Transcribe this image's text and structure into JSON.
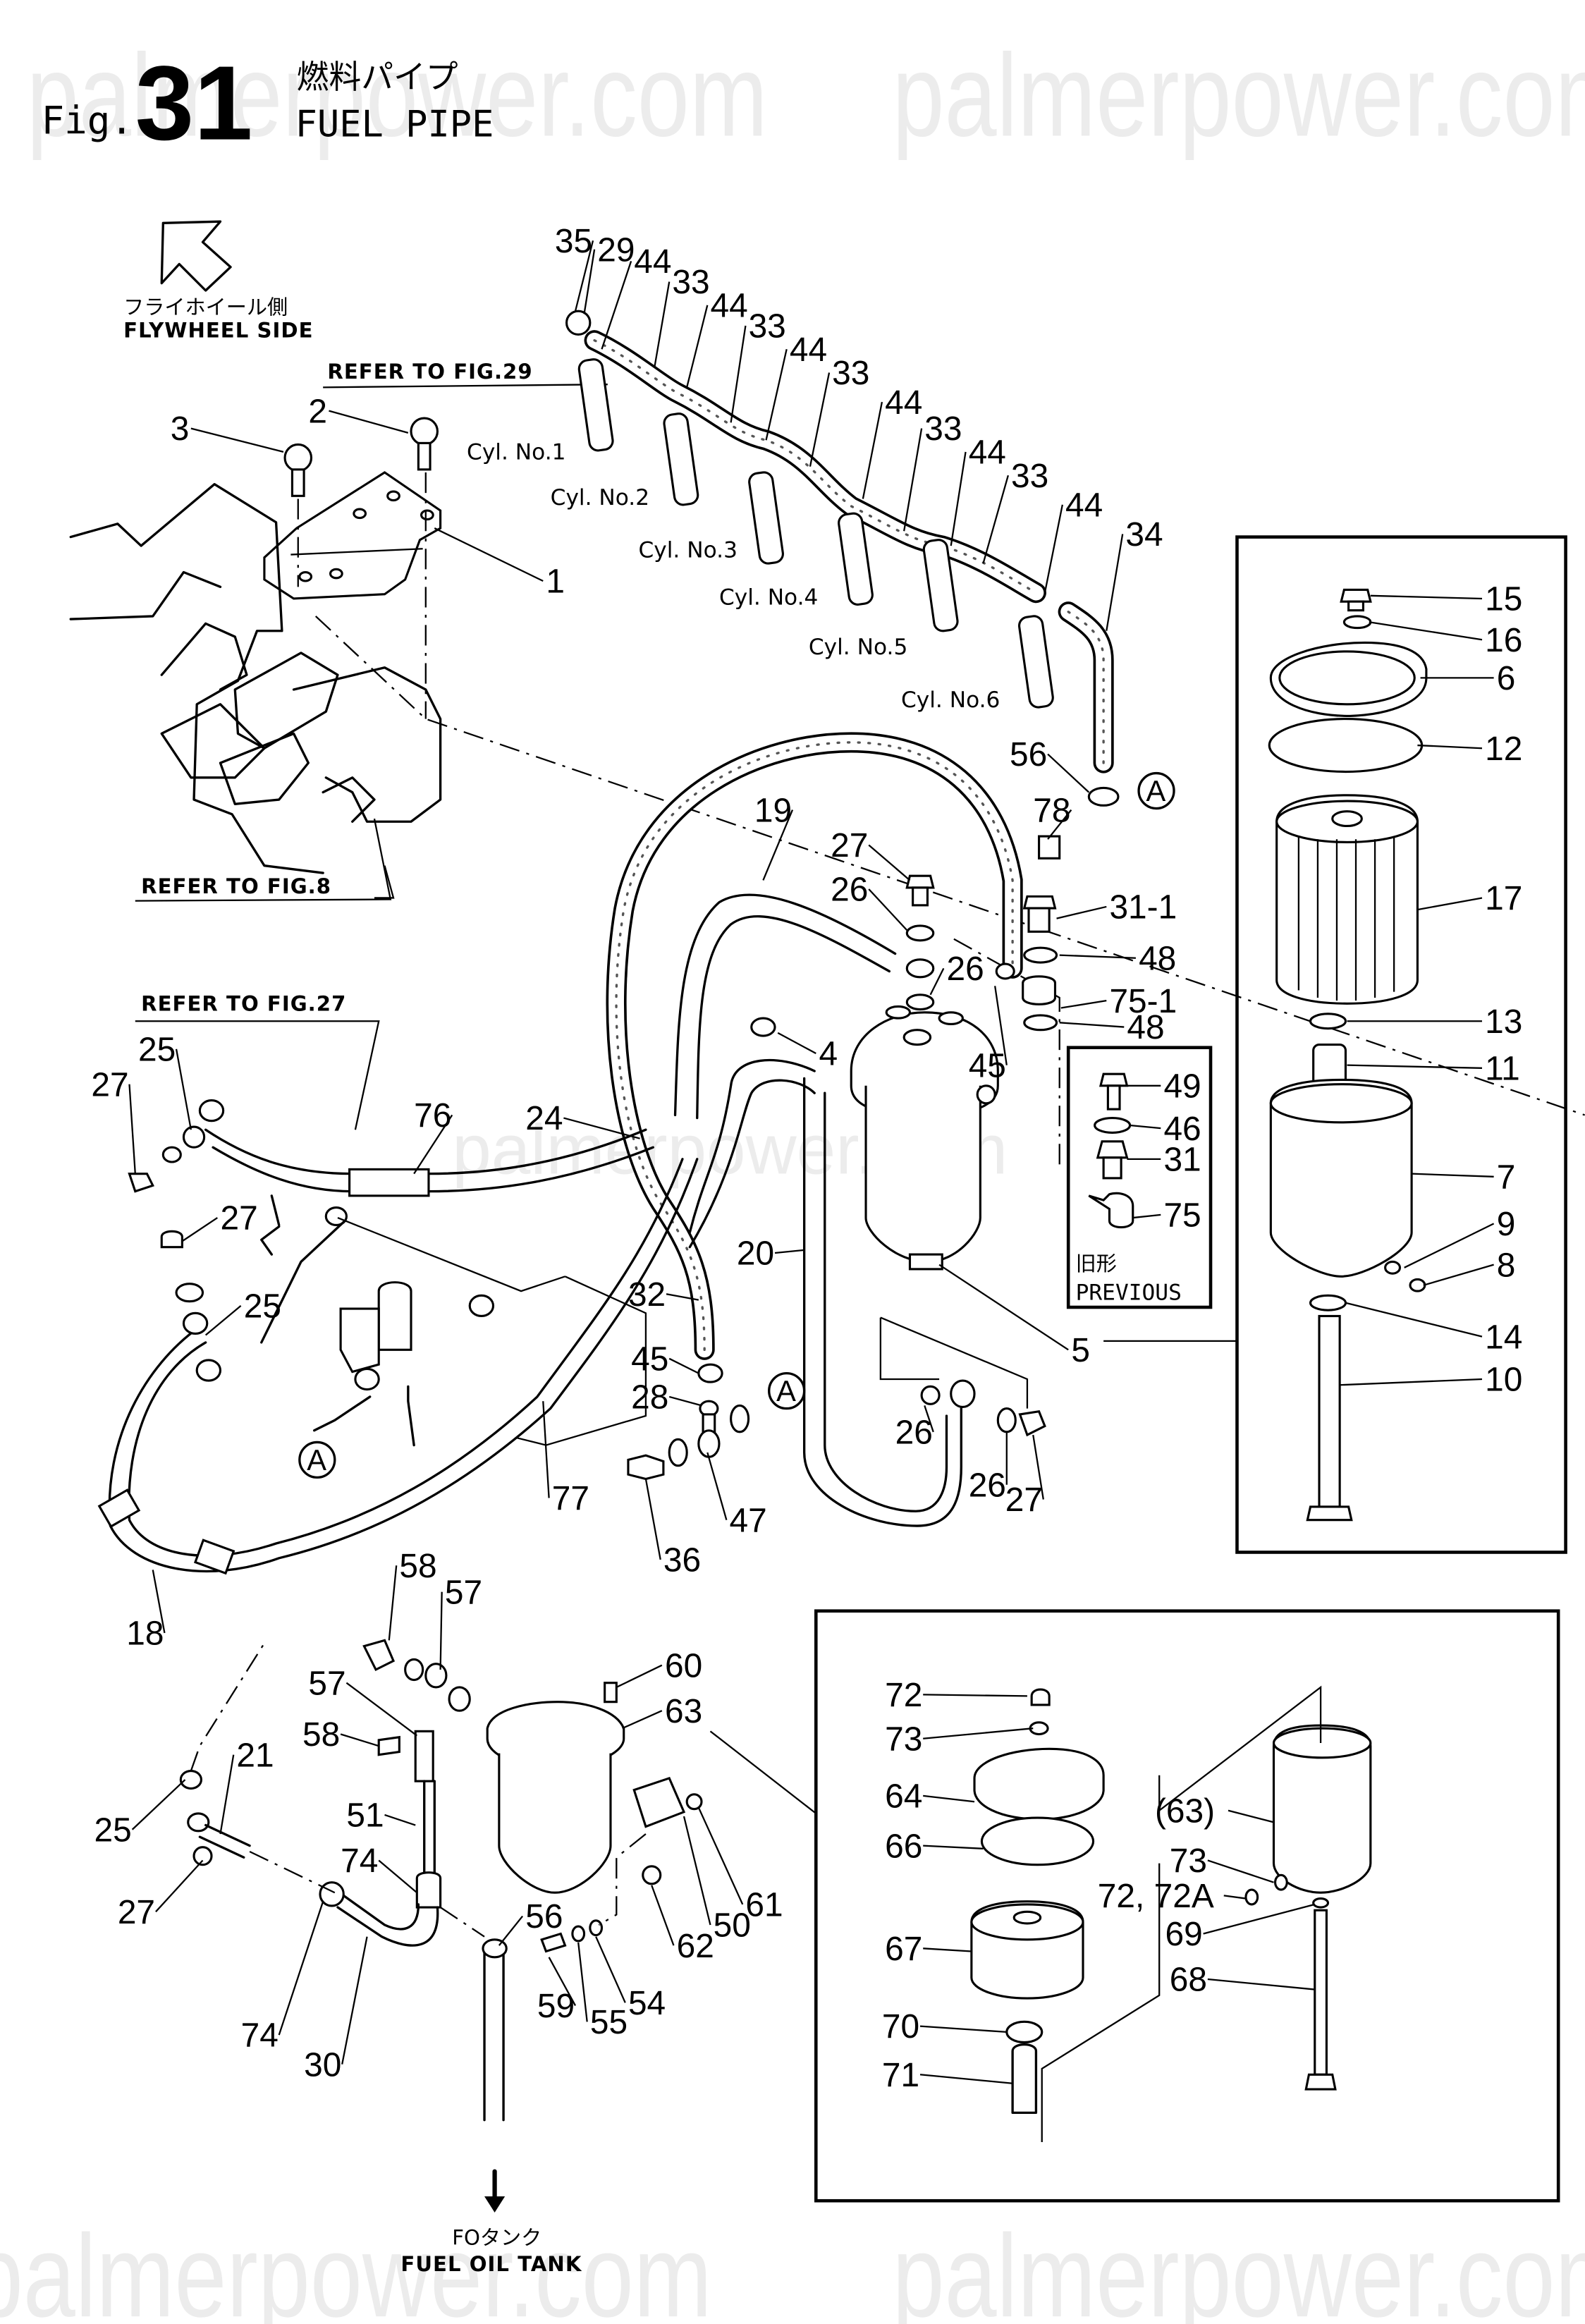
{
  "header": {
    "fig_prefix": "Fig.",
    "fig_number": "31",
    "title_jp": "燃料パイプ",
    "title_en": "FUEL PIPE"
  },
  "watermark": "palmerpower.com",
  "orientation": {
    "label_jp": "フライホイール側",
    "label_en": "FLYWHEEL SIDE"
  },
  "references": {
    "fig29": "REFER TO FIG.29",
    "fig8": "REFER TO FIG.8",
    "fig27": "REFER TO FIG.27"
  },
  "cylinders": [
    "Cyl. No.1",
    "Cyl. No.2",
    "Cyl. No.3",
    "Cyl. No.4",
    "Cyl. No.5",
    "Cyl. No.6"
  ],
  "previous_box": {
    "label_jp": "旧形",
    "label_en": "PREVIOUS",
    "parts": [
      "49",
      "46",
      "31",
      "75"
    ]
  },
  "fuel_tank": {
    "label_jp": "FOタンク",
    "label_en": "FUEL OIL TANK"
  },
  "connector_marker": "A",
  "part_callouts": {
    "top_rail": [
      "35",
      "29",
      "44",
      "33",
      "44",
      "33",
      "44",
      "33",
      "44",
      "33",
      "44",
      "33",
      "44",
      "34"
    ],
    "bracket": [
      "3",
      "2",
      "1"
    ],
    "filter_exploded": [
      "15",
      "16",
      "6",
      "12",
      "17",
      "13",
      "11",
      "7",
      "9",
      "8",
      "14",
      "10"
    ],
    "center": [
      "56",
      "78",
      "27",
      "26",
      "31-1",
      "48",
      "26",
      "75-1",
      "45",
      "48",
      "4",
      "19",
      "24",
      "76",
      "20",
      "32",
      "5",
      "45",
      "28",
      "47",
      "36",
      "26",
      "26",
      "27"
    ],
    "left_lines": [
      "25",
      "27",
      "27",
      "25",
      "18",
      "77"
    ],
    "lower_left": [
      "58",
      "57",
      "57",
      "58",
      "51",
      "74",
      "74",
      "30",
      "21",
      "25",
      "27",
      "56",
      "59",
      "55",
      "54",
      "60",
      "63",
      "62",
      "50",
      "61"
    ],
    "strainer_box": [
      "72",
      "73",
      "64",
      "66",
      "67",
      "70",
      "71",
      "(63)",
      "73",
      "72, 72A",
      "69",
      "68"
    ]
  }
}
